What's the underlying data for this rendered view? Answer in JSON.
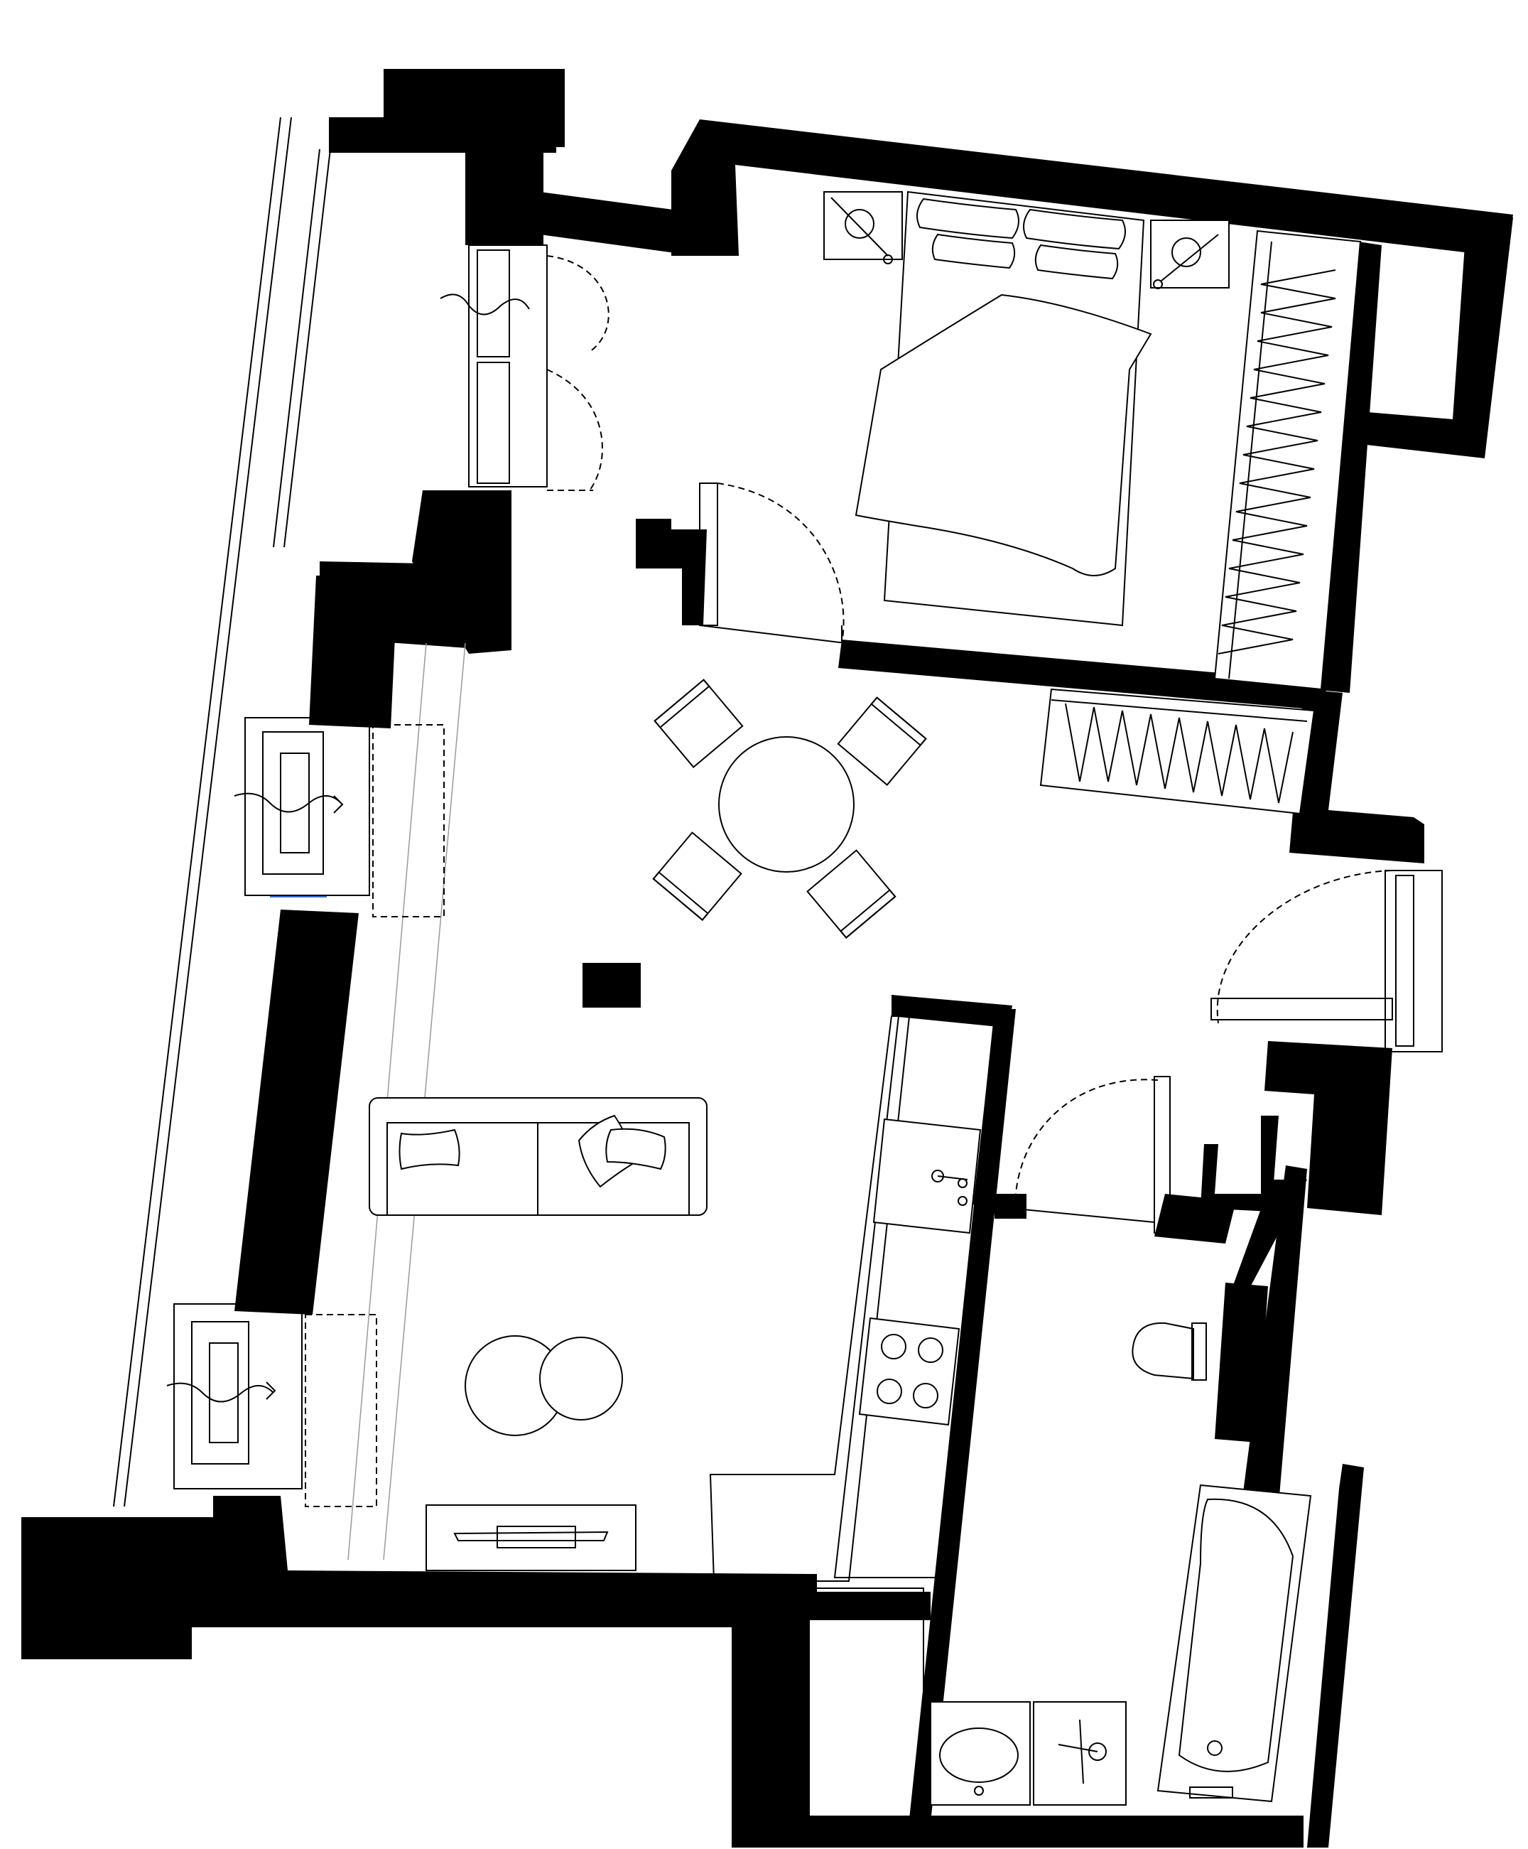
{
  "plan": {
    "kind": "apartment floor plan",
    "rooms": [
      "bedroom",
      "living-dining-kitchen",
      "bathroom",
      "wardrobe",
      "hallway"
    ],
    "colors": {
      "wall": "#000000",
      "line": "#000000",
      "background": "#ffffff",
      "accent_blue": "#3b6fd8"
    }
  }
}
